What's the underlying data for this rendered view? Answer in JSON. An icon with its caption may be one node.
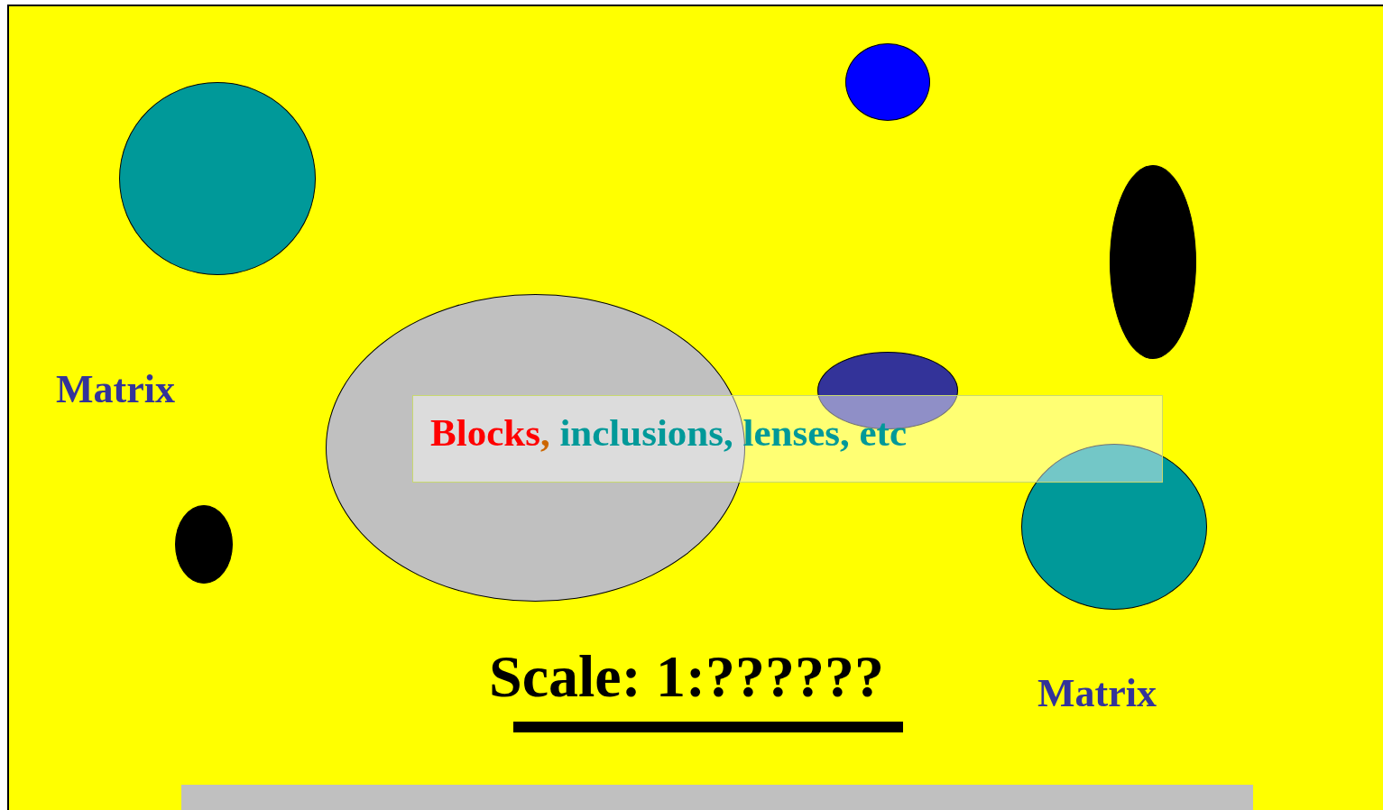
{
  "diagram": {
    "nodes": [
      {
        "text": [],
        "shape": "circle"
      },
      {
        "text": [],
        "shape": "circle"
      },
      {
        "text": [],
        "shape": "circle"
      },
      {
        "text": [],
        "shape": "circle"
      },
      {
        "text": [],
        "shape": "circle"
      },
      {
        "text": [
          "Blocks, inclusions, lenses, etc"
        ]
      },
      {
        "text": [],
        "shape": "circle"
      },
      {
        "text": [],
        "shape": "circle"
      },
      {
        "text": [],
        "shape": "bar"
      }
    ],
    "edges": [],
    "labels": [
      "Matrix",
      "Scale: 1:??????",
      "Matrix"
    ]
  }
}
